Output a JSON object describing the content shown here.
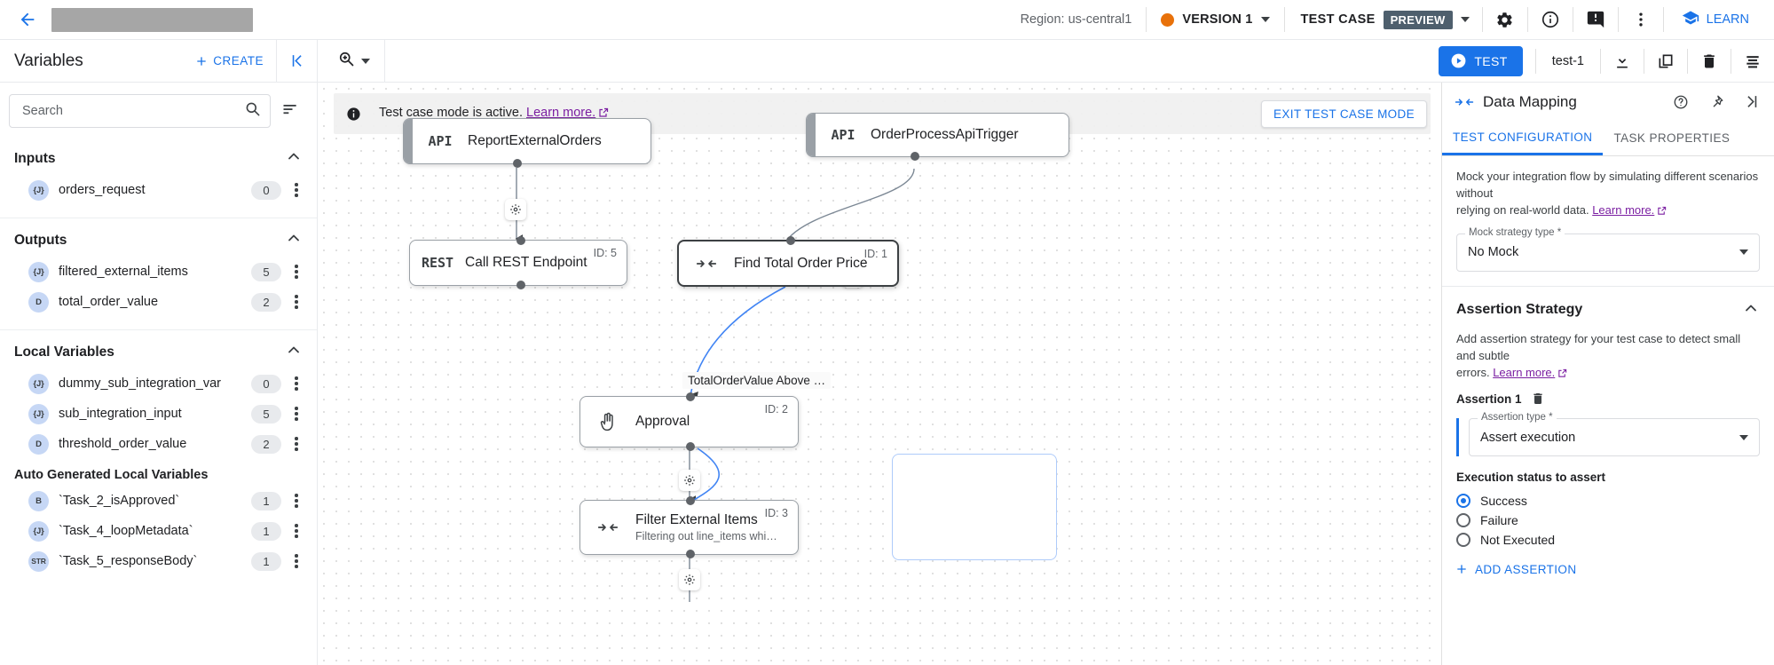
{
  "header": {
    "back_icon": "back-arrow-icon",
    "title_redacted": "",
    "region_label": "Region: us-central1",
    "version_label": "VERSION 1",
    "version_dot_color": "#e8710a",
    "test_case_label": "TEST CASE",
    "preview_badge": "PREVIEW",
    "icons": [
      "gear-icon",
      "info-icon",
      "feedback-icon",
      "more-vert-icon"
    ],
    "learn_label": "LEARN"
  },
  "toolbar": {
    "variables_title": "Variables",
    "create_label": "CREATE",
    "collapse_icon": "collapse-panel-icon",
    "zoom_icon": "zoom-icon",
    "test_label": "TEST",
    "test_name": "test-1",
    "icons": [
      "download-icon",
      "copy-icon",
      "delete-icon",
      "list-icon"
    ]
  },
  "sidebar": {
    "search": {
      "placeholder": "Search",
      "value": ""
    },
    "sections": [
      {
        "title": "Inputs",
        "items": [
          {
            "type": "{J}",
            "name": "orders_request",
            "count": "0"
          }
        ]
      },
      {
        "title": "Outputs",
        "items": [
          {
            "type": "{J}",
            "name": "filtered_external_items",
            "count": "5"
          },
          {
            "type": "D",
            "name": "total_order_value",
            "count": "2"
          }
        ]
      },
      {
        "title": "Local Variables",
        "items": [
          {
            "type": "{J}",
            "name": "dummy_sub_integration_var",
            "count": "0"
          },
          {
            "type": "{J}",
            "name": "sub_integration_input",
            "count": "5"
          },
          {
            "type": "D",
            "name": "threshold_order_value",
            "count": "2"
          }
        ],
        "subsection_title": "Auto Generated Local Variables",
        "subsection_items": [
          {
            "type": "B",
            "name": "`Task_2_isApproved`",
            "count": "1"
          },
          {
            "type": "{J}",
            "name": "`Task_4_loopMetadata`",
            "count": "1"
          },
          {
            "type": "STR",
            "name": "`Task_5_responseBody`",
            "count": "1"
          }
        ]
      }
    ]
  },
  "canvas": {
    "banner_text": "Test case mode is active.",
    "banner_link": "Learn more.",
    "exit_button": "EXIT TEST CASE MODE",
    "nodes": [
      {
        "id": "report-external-orders",
        "icon": "API",
        "label": "ReportExternalOrders",
        "sub": "",
        "idtag": ""
      },
      {
        "id": "order-process-api-trigger",
        "icon": "API",
        "label": "OrderProcessApiTrigger",
        "sub": "",
        "idtag": ""
      },
      {
        "id": "call-rest-endpoint",
        "icon": "REST",
        "label": "Call REST Endpoint",
        "sub": "",
        "idtag": "ID: 5"
      },
      {
        "id": "find-total-order-price",
        "icon": "mapping",
        "label": "Find Total Order Price",
        "sub": "",
        "idtag": "ID: 1"
      },
      {
        "id": "approval",
        "icon": "hand",
        "label": "Approval",
        "sub": "",
        "idtag": "ID: 2"
      },
      {
        "id": "filter-external-items",
        "icon": "mapping",
        "label": "Filter External Items",
        "sub": "Filtering out line_items whi…",
        "idtag": "ID: 3"
      }
    ],
    "edge_label": "TotalOrderValue Above …"
  },
  "right_panel": {
    "title": "Data Mapping",
    "head_icons": [
      "help-icon",
      "pin-icon",
      "collapse-right-icon"
    ],
    "tabs": [
      {
        "label": "TEST CONFIGURATION",
        "active": true
      },
      {
        "label": "TASK PROPERTIES",
        "active": false
      }
    ],
    "mock_desc_1": "Mock your integration flow by simulating different scenarios without",
    "mock_desc_2": "relying on real-world data.",
    "mock_desc_link": "Learn more.",
    "mock_field_label": "Mock strategy type *",
    "mock_field_value": "No Mock",
    "assertion_section_title": "Assertion Strategy",
    "assertion_desc_1": "Add assertion strategy for your test case to detect small and subtle",
    "assertion_desc_2": "errors.",
    "assertion_desc_link": "Learn more.",
    "assertion_label": "Assertion 1",
    "assertion_type_label": "Assertion type *",
    "assertion_type_value": "Assert execution",
    "execution_status_label": "Execution status to assert",
    "radios": [
      {
        "label": "Success",
        "selected": true
      },
      {
        "label": "Failure",
        "selected": false
      },
      {
        "label": "Not Executed",
        "selected": false
      }
    ],
    "add_assertion_label": "ADD ASSERTION"
  },
  "colors": {
    "accent": "#1a73e8",
    "orange": "#e8710a",
    "link_purple": "#7b1fa2",
    "badge_slate": "#4e5f6d"
  }
}
